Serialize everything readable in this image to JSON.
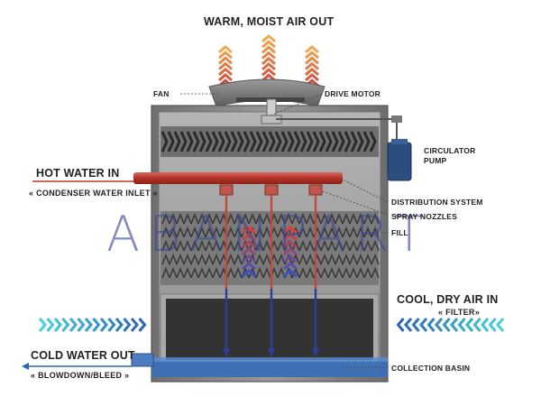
{
  "labels": {
    "top": "WARM, MOIST AIR OUT",
    "fan": "FAN",
    "drive_motor": "DRIVE MOTOR",
    "circulator_pump": "CIRCULATOR\nPUMP",
    "hot_water_in": "HOT WATER IN",
    "condenser_inlet": "« CONDENSER WATER INLET »",
    "distribution_system": "DISTRIBUTION SYSTEM",
    "spray_nozzles": "SPRAY NOZZLES",
    "fill": "FILL",
    "cool_dry_air_in": "COOL, DRY AIR IN",
    "filter": "« FILTER»",
    "cold_water_out": "COLD WATER OUT",
    "blowdown": "« BLOWDOWN/BLEED »",
    "collection_basin": "COLLECTION BASIN"
  },
  "watermark": "ABANPART",
  "colors": {
    "hot_pipe": "#c0392b",
    "cold_water": "#2f64b4",
    "pump": "#2b4e7e",
    "arrow_warm": "#e0603a",
    "arrow_cool": "#3fc3d6",
    "body": "#8a8a8a"
  }
}
